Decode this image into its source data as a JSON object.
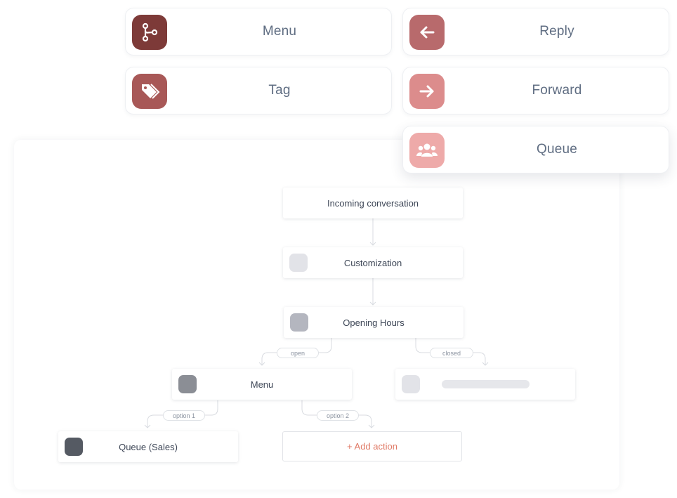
{
  "actions": [
    {
      "id": "menu",
      "label": "Menu",
      "icon": "branch-icon",
      "color": "#7d3a38"
    },
    {
      "id": "reply",
      "label": "Reply",
      "icon": "arrow-left-icon",
      "color": "#b86a6c"
    },
    {
      "id": "tag",
      "label": "Tag",
      "icon": "tag-icon",
      "color": "#a85857"
    },
    {
      "id": "forward",
      "label": "Forward",
      "icon": "arrow-right-icon",
      "color": "#dc8c8c"
    },
    {
      "id": "queue",
      "label": "Queue",
      "icon": "users-icon",
      "color": "#eeaaa9"
    }
  ],
  "flow": {
    "nodes": {
      "incoming": {
        "label": "Incoming conversation"
      },
      "customization": {
        "label": "Customization",
        "chip_color": "#e2e3e8"
      },
      "opening_hours": {
        "label": "Opening Hours",
        "chip_color": "#b4b6bf"
      },
      "menu": {
        "label": "Menu",
        "chip_color": "#8b8e95"
      },
      "closed_target": {
        "label": "",
        "chip_color": "#e2e3e8"
      },
      "queue_sales": {
        "label": "Queue (Sales)",
        "chip_color": "#555a63"
      }
    },
    "branches": {
      "open": "open",
      "closed": "closed",
      "option1": "option 1",
      "option2": "option 2"
    },
    "add_action": "+ Add action"
  }
}
